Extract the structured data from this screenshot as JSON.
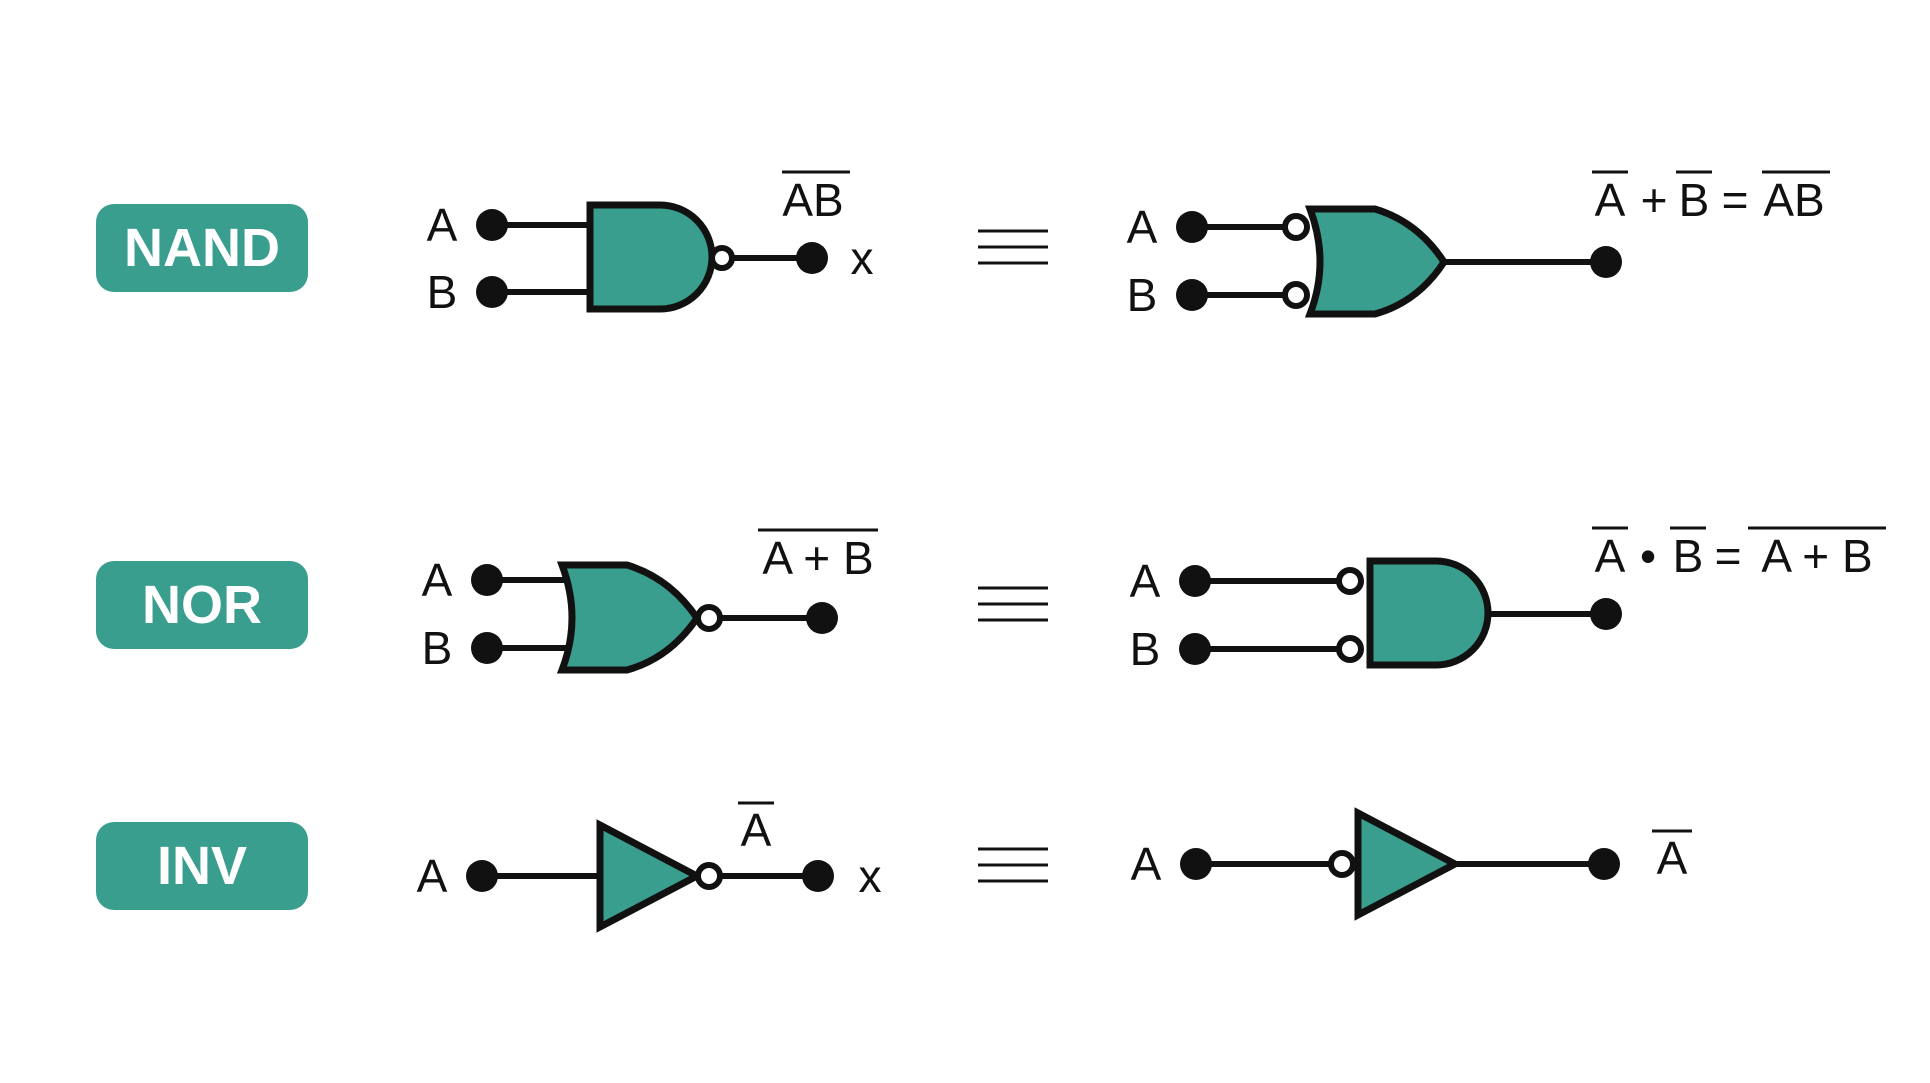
{
  "colors": {
    "gate_fill": "#3a9e8e",
    "badge_fill": "#3a9e8e",
    "badge_text": "#ffffff",
    "ink": "#111111"
  },
  "rows": [
    {
      "badge": "NAND",
      "input_a": "A",
      "input_b": "B",
      "output_expr": "AB",
      "output_var": "x",
      "equivalent": {
        "input_a": "A",
        "input_b": "B",
        "eq_left_a": "A",
        "plus": "+",
        "eq_left_b": "B",
        "equals": "=",
        "eq_right": "AB"
      }
    },
    {
      "badge": "NOR",
      "input_a": "A",
      "input_b": "B",
      "output_expr": "A + B",
      "equivalent": {
        "input_a": "A",
        "input_b": "B",
        "eq_left_a": "A",
        "dot": "•",
        "eq_left_b": "B",
        "equals": "=",
        "eq_right": "A + B"
      }
    },
    {
      "badge": "INV",
      "input_a": "A",
      "output_expr": "A",
      "output_var": "x",
      "equivalent": {
        "input_a": "A",
        "output_expr": "A"
      }
    }
  ]
}
